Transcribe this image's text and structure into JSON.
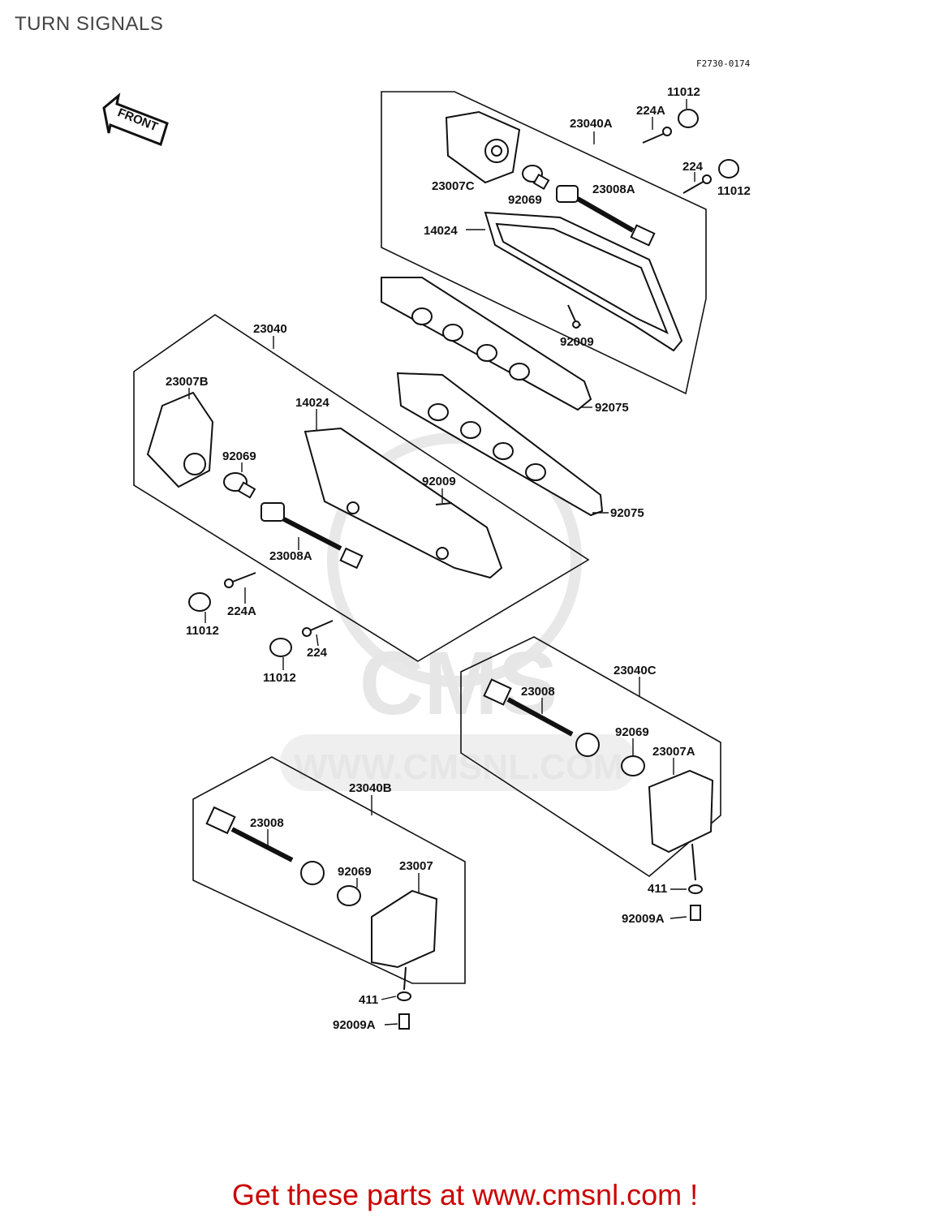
{
  "page": {
    "title": "TURN SIGNALS",
    "figure_code": "F2730-0174"
  },
  "front_arrow": {
    "label": "FRONT"
  },
  "watermark": {
    "logo_text": "CMS",
    "url_text": "WWW.CMSNL.COM"
  },
  "parts": {
    "p23040A": "23040A",
    "p11012_top1": "11012",
    "p224A_top": "224A",
    "p224_top": "224",
    "p11012_top2": "11012",
    "p23007C": "23007C",
    "p92069_top": "92069",
    "p23008A_top": "23008A",
    "p14024_top": "14024",
    "p92009_top": "92009",
    "p23040": "23040",
    "p23007B": "23007B",
    "p14024_mid": "14024",
    "p92069_mid": "92069",
    "p92009_mid": "92009",
    "p23008A_mid": "23008A",
    "p92075_1": "92075",
    "p92075_2": "92075",
    "p224A_mid": "224A",
    "p11012_mid1": "11012",
    "p224_mid": "224",
    "p11012_mid2": "11012",
    "p23040C": "23040C",
    "p23008_right": "23008",
    "p92069_right": "92069",
    "p23007A": "23007A",
    "p411_right": "411",
    "p92009A_right": "92009A",
    "p23040B": "23040B",
    "p23008_left": "23008",
    "p92069_left": "92069",
    "p23007": "23007",
    "p411_left": "411",
    "p92009A_left": "92009A"
  },
  "footer": {
    "text": "Get these parts at www.cmsnl.com !"
  },
  "colors": {
    "footer": "#cc0000",
    "line": "#111111",
    "watermark": "#e6e6e6"
  }
}
